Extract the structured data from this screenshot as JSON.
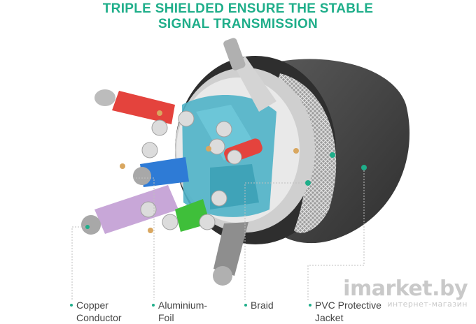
{
  "title": {
    "line1": "TRIPLE SHIELDED ENSURE THE STABLE",
    "line2": "SIGNAL TRANSMISSION"
  },
  "labels": [
    {
      "line1": "Copper",
      "line2": "Conductor"
    },
    {
      "line1": "Aluminium-",
      "line2": "Foil"
    },
    {
      "line1": "Braid",
      "line2": ""
    },
    {
      "line1": "PVC Protective",
      "line2": "Jacket"
    }
  ],
  "watermark": {
    "brand": "imarket.by",
    "tagline": "интернет-магазин"
  },
  "colors": {
    "accent": "#1fae8a",
    "jacket": "#4a4a4a",
    "foil": "#4fb3c8",
    "braid": "#b9b9b9"
  }
}
